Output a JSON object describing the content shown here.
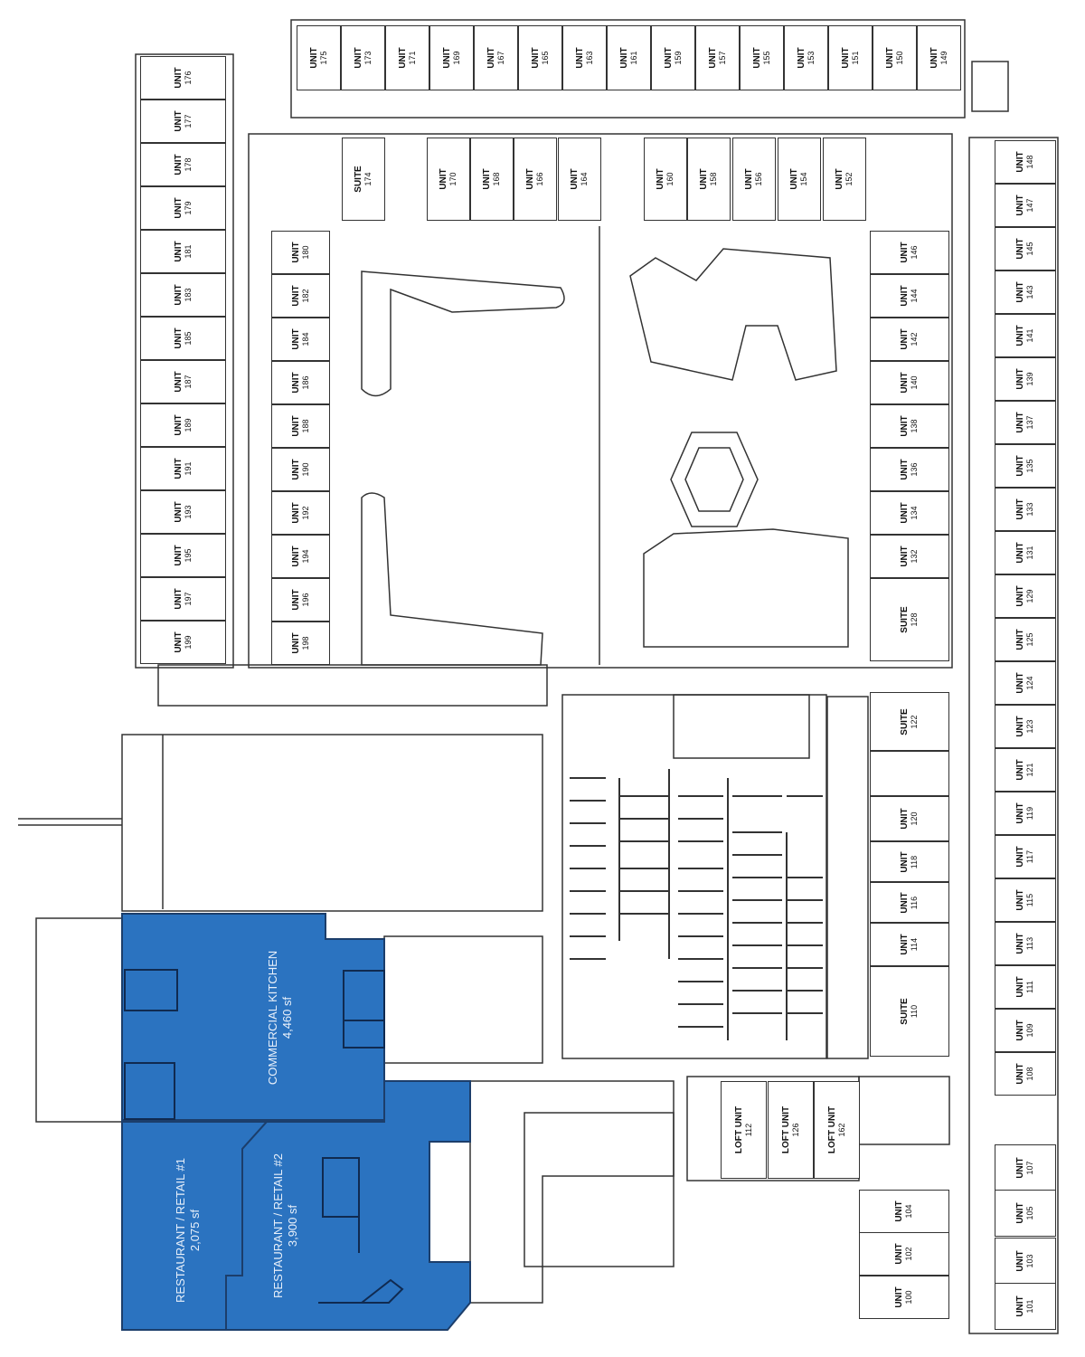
{
  "colors": {
    "leased_space": "#2b73c0",
    "walls": "#333333"
  },
  "top_outer_units": [
    {
      "type": "UNIT",
      "number": "175"
    },
    {
      "type": "UNIT",
      "number": "173"
    },
    {
      "type": "UNIT",
      "number": "171"
    },
    {
      "type": "UNIT",
      "number": "169"
    },
    {
      "type": "UNIT",
      "number": "167"
    },
    {
      "type": "UNIT",
      "number": "165"
    },
    {
      "type": "UNIT",
      "number": "163"
    },
    {
      "type": "UNIT",
      "number": "161"
    },
    {
      "type": "UNIT",
      "number": "159"
    },
    {
      "type": "UNIT",
      "number": "157"
    },
    {
      "type": "UNIT",
      "number": "155"
    },
    {
      "type": "UNIT",
      "number": "153"
    },
    {
      "type": "UNIT",
      "number": "151"
    },
    {
      "type": "UNIT",
      "number": "150"
    },
    {
      "type": "UNIT",
      "number": "149"
    }
  ],
  "top_inner_units": [
    {
      "type": "SUITE",
      "number": "174"
    },
    {
      "type": "UNIT",
      "number": "170"
    },
    {
      "type": "UNIT",
      "number": "168"
    },
    {
      "type": "UNIT",
      "number": "166"
    },
    {
      "type": "UNIT",
      "number": "164"
    },
    {
      "type": "UNIT",
      "number": "160"
    },
    {
      "type": "UNIT",
      "number": "158"
    },
    {
      "type": "UNIT",
      "number": "156"
    },
    {
      "type": "UNIT",
      "number": "154"
    },
    {
      "type": "UNIT",
      "number": "152"
    }
  ],
  "left_outer_units": [
    {
      "type": "UNIT",
      "number": "176"
    },
    {
      "type": "UNIT",
      "number": "177"
    },
    {
      "type": "UNIT",
      "number": "178"
    },
    {
      "type": "UNIT",
      "number": "179"
    },
    {
      "type": "UNIT",
      "number": "181"
    },
    {
      "type": "UNIT",
      "number": "183"
    },
    {
      "type": "UNIT",
      "number": "185"
    },
    {
      "type": "UNIT",
      "number": "187"
    },
    {
      "type": "UNIT",
      "number": "189"
    },
    {
      "type": "UNIT",
      "number": "191"
    },
    {
      "type": "UNIT",
      "number": "193"
    },
    {
      "type": "UNIT",
      "number": "195"
    },
    {
      "type": "UNIT",
      "number": "197"
    },
    {
      "type": "UNIT",
      "number": "199"
    }
  ],
  "left_inner_units": [
    {
      "type": "UNIT",
      "number": "180"
    },
    {
      "type": "UNIT",
      "number": "182"
    },
    {
      "type": "UNIT",
      "number": "184"
    },
    {
      "type": "UNIT",
      "number": "186"
    },
    {
      "type": "UNIT",
      "number": "188"
    },
    {
      "type": "UNIT",
      "number": "190"
    },
    {
      "type": "UNIT",
      "number": "192"
    },
    {
      "type": "UNIT",
      "number": "194"
    },
    {
      "type": "UNIT",
      "number": "196"
    },
    {
      "type": "UNIT",
      "number": "198"
    }
  ],
  "right_inner_units": [
    {
      "type": "UNIT",
      "number": "146"
    },
    {
      "type": "UNIT",
      "number": "144"
    },
    {
      "type": "UNIT",
      "number": "142"
    },
    {
      "type": "UNIT",
      "number": "140"
    },
    {
      "type": "UNIT",
      "number": "138"
    },
    {
      "type": "UNIT",
      "number": "136"
    },
    {
      "type": "UNIT",
      "number": "134"
    },
    {
      "type": "UNIT",
      "number": "132"
    },
    {
      "type": "SUITE",
      "number": "128"
    }
  ],
  "right_inner_lower_units": [
    {
      "type": "SUITE",
      "number": "122"
    },
    {
      "type": "",
      "number": ""
    },
    {
      "type": "UNIT",
      "number": "120"
    },
    {
      "type": "UNIT",
      "number": "118"
    },
    {
      "type": "UNIT",
      "number": "116"
    },
    {
      "type": "UNIT",
      "number": "114"
    },
    {
      "type": "SUITE",
      "number": "110"
    }
  ],
  "right_outer_units": [
    {
      "type": "UNIT",
      "number": "148"
    },
    {
      "type": "UNIT",
      "number": "147"
    },
    {
      "type": "UNIT",
      "number": "145"
    },
    {
      "type": "UNIT",
      "number": "143"
    },
    {
      "type": "UNIT",
      "number": "141"
    },
    {
      "type": "UNIT",
      "number": "139"
    },
    {
      "type": "UNIT",
      "number": "137"
    },
    {
      "type": "UNIT",
      "number": "135"
    },
    {
      "type": "UNIT",
      "number": "133"
    },
    {
      "type": "UNIT",
      "number": "131"
    },
    {
      "type": "UNIT",
      "number": "129"
    },
    {
      "type": "UNIT",
      "number": "125"
    },
    {
      "type": "UNIT",
      "number": "124"
    },
    {
      "type": "UNIT",
      "number": "123"
    },
    {
      "type": "UNIT",
      "number": "121"
    },
    {
      "type": "UNIT",
      "number": "119"
    },
    {
      "type": "UNIT",
      "number": "117"
    },
    {
      "type": "UNIT",
      "number": "115"
    },
    {
      "type": "UNIT",
      "number": "113"
    },
    {
      "type": "UNIT",
      "number": "111"
    },
    {
      "type": "UNIT",
      "number": "109"
    },
    {
      "type": "UNIT",
      "number": "108"
    }
  ],
  "right_outer_lower_units": [
    {
      "type": "UNIT",
      "number": "107"
    },
    {
      "type": "UNIT",
      "number": "105"
    },
    {
      "type": "UNIT",
      "number": "103"
    },
    {
      "type": "UNIT",
      "number": "101"
    }
  ],
  "bottom_right_inner_units": [
    {
      "type": "UNIT",
      "number": "104"
    },
    {
      "type": "UNIT",
      "number": "102"
    },
    {
      "type": "UNIT",
      "number": "100"
    }
  ],
  "loft_units": [
    {
      "type": "LOFT UNIT",
      "number": "112"
    },
    {
      "type": "LOFT UNIT",
      "number": "126"
    },
    {
      "type": "LOFT UNIT",
      "number": "162"
    }
  ],
  "leased_spaces": {
    "kitchen": {
      "name": "COMMERCIAL KITCHEN",
      "area": "4,460 sf"
    },
    "retail1": {
      "name": "RESTAURANT / RETAIL #1",
      "area": "2,075 sf"
    },
    "retail2": {
      "name": "RESTAURANT / RETAIL #2",
      "area": "3,900 sf"
    }
  }
}
